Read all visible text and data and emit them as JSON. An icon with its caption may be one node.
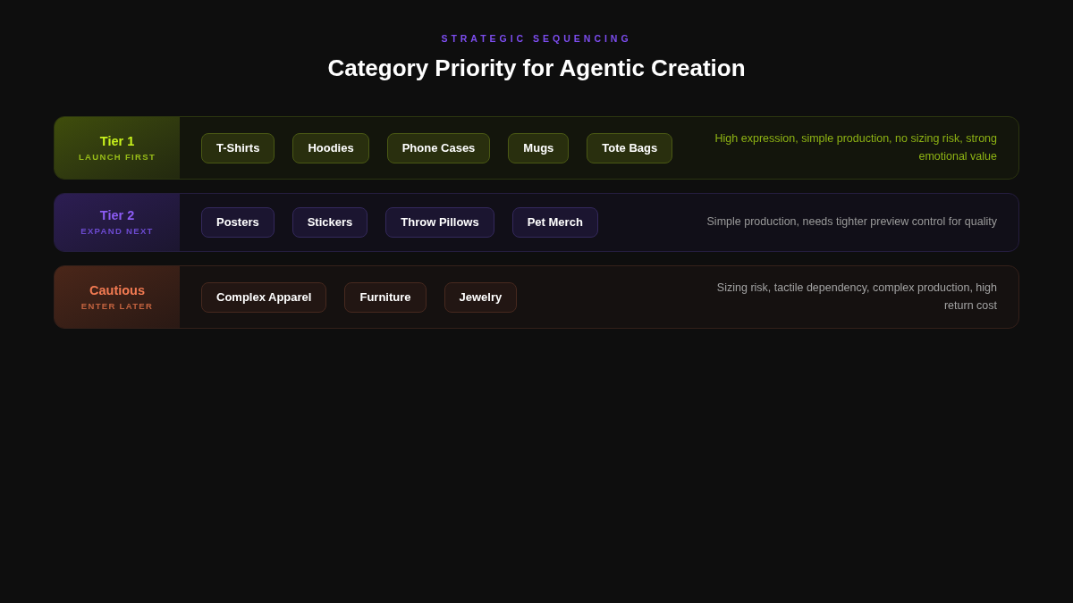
{
  "diagram": {
    "title": "Category Priority for Agentic Creation",
    "labels": [
      "STRATEGIC SEQUENCING"
    ],
    "nodes": [
      {
        "text": [
          "High expression, simple production, no sizing risk, strong emotional value"
        ]
      },
      {
        "text": [
          "Tier 1",
          "LAUNCH FIRST"
        ],
        "in": 0
      },
      {
        "text": [
          "T-Shirts"
        ],
        "in": 0
      },
      {
        "text": [
          "Hoodies"
        ],
        "in": 0
      },
      {
        "text": [
          "Phone Cases"
        ],
        "in": 0
      },
      {
        "text": [
          "Mugs"
        ],
        "in": 0
      },
      {
        "text": [
          "Tote Bags"
        ],
        "in": 0
      },
      {
        "text": [
          "Simple production, needs tighter preview control for quality"
        ]
      },
      {
        "text": [
          "Tier 2",
          "EXPAND NEXT"
        ],
        "in": 7
      },
      {
        "text": [
          "Posters"
        ],
        "in": 7
      },
      {
        "text": [
          "Stickers"
        ],
        "in": 7
      },
      {
        "text": [
          "Throw Pillows"
        ],
        "in": 7
      },
      {
        "text": [
          "Pet Merch"
        ],
        "in": 7
      },
      {
        "text": [
          "Sizing risk, tactile dependency, complex production, high return cost"
        ]
      },
      {
        "text": [
          "Cautious",
          "ENTER LATER"
        ],
        "in": 13
      },
      {
        "text": [
          "Complex Apparel"
        ],
        "in": 13
      },
      {
        "text": [
          "Furniture"
        ],
        "in": 13
      },
      {
        "text": [
          "Jewelry"
        ],
        "in": 13
      }
    ]
  }
}
